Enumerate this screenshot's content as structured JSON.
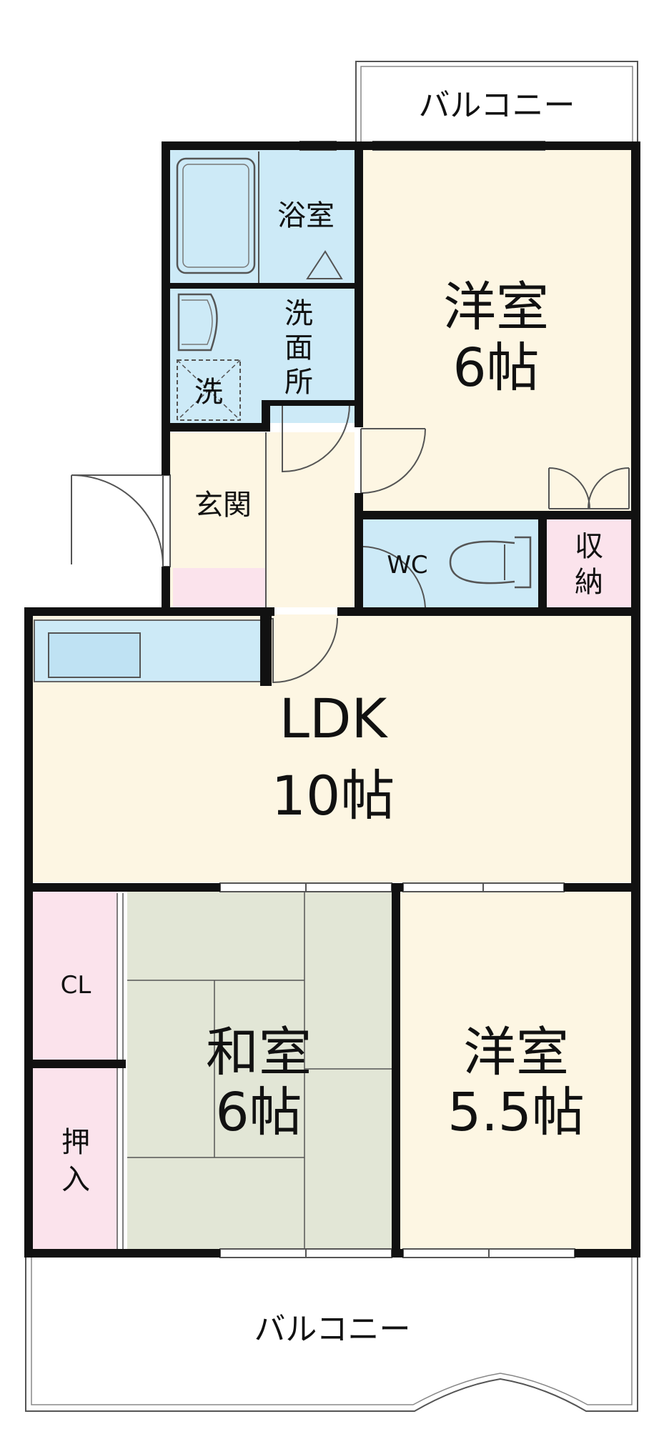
{
  "rooms": {
    "balcony_top": "バルコニー",
    "bath": "浴室",
    "washroom": [
      "洗",
      "面",
      "所"
    ],
    "washer": "洗",
    "western_1": {
      "name": "洋室",
      "size": "6帖"
    },
    "entrance": "玄関",
    "wc": "WC",
    "storage": [
      "収",
      "納"
    ],
    "ldk": {
      "name": "LDK",
      "size": "10帖"
    },
    "closet": "CL",
    "oshiire": [
      "押",
      "入"
    ],
    "japanese": {
      "name": "和室",
      "size": "6帖"
    },
    "western_2": {
      "name": "洋室",
      "size": "5.5帖"
    },
    "balcony_bottom": "バルコニー"
  },
  "colors": {
    "living": "#fdf6e3",
    "wet": "#cdeaf7",
    "storage": "#fbe3ec",
    "tatami": "#e2e6d6",
    "wall": "#111111"
  }
}
